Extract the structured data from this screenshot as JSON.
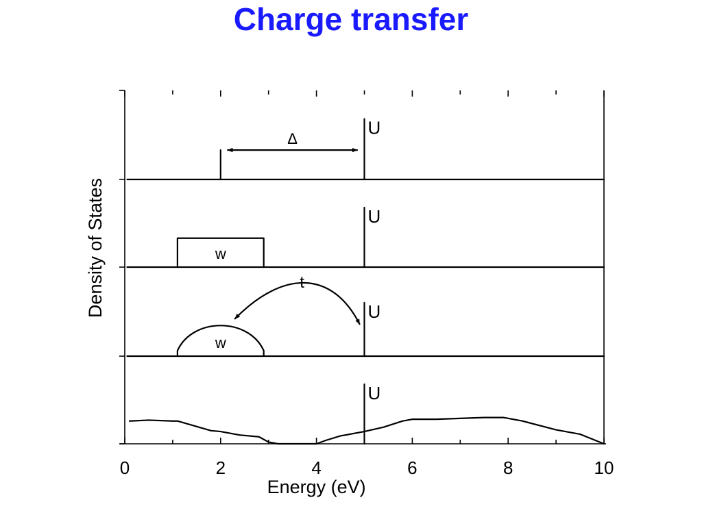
{
  "slide": {
    "title": "Charge transfer",
    "title_color": "#1a1aff"
  },
  "chart_data": {
    "type": "line",
    "title": "",
    "xlabel": "Energy (eV)",
    "ylabel": "Density of States",
    "xlim": [
      0,
      10
    ],
    "xticks": [
      0,
      2,
      4,
      6,
      8,
      10
    ],
    "xticklabels": [
      "0",
      "2",
      "4",
      "6",
      "8",
      "10"
    ],
    "grid": false,
    "panels": [
      {
        "labels": {
          "delta": "Δ",
          "U": "U"
        },
        "peaks": [
          {
            "x": 2.0,
            "h": 0.33
          },
          {
            "x": 5.0,
            "h": 0.68
          }
        ],
        "arrow": {
          "x_from": 2.15,
          "x_to": 4.85,
          "y": 0.33
        }
      },
      {
        "labels": {
          "w": "w",
          "U": "U"
        },
        "band": {
          "x_start": 1.1,
          "x_end": 2.9,
          "h": 0.33
        },
        "peaks": [
          {
            "x": 5.0,
            "h": 0.68
          }
        ]
      },
      {
        "labels": {
          "w": "w",
          "U": "U",
          "t": "t"
        },
        "band": {
          "x_start": 1.1,
          "x_end": 2.9,
          "h": 0.33
        },
        "peaks": [
          {
            "x": 5.0,
            "h": 0.6
          }
        ],
        "hopping_arrow": {
          "x_from": 4.9,
          "x_to": 2.3,
          "peak_y": 0.66
        }
      },
      {
        "labels": {
          "U": "U"
        },
        "peaks": [
          {
            "x": 5.0,
            "h": 0.68
          }
        ],
        "curve": {
          "x": [
            0.1,
            0.5,
            1.0,
            1.1,
            1.8,
            2.0,
            2.4,
            2.8,
            3.0,
            3.2,
            3.6,
            4.0,
            4.2,
            4.5,
            5.0,
            5.4,
            5.8,
            6.0,
            6.5,
            7.0,
            7.5,
            7.9,
            8.3,
            9.0,
            9.5,
            10.0
          ],
          "y": [
            0.26,
            0.27,
            0.26,
            0.26,
            0.15,
            0.14,
            0.1,
            0.08,
            0.02,
            0.0,
            0.0,
            0.0,
            0.04,
            0.09,
            0.14,
            0.19,
            0.26,
            0.28,
            0.28,
            0.29,
            0.3,
            0.3,
            0.26,
            0.16,
            0.11,
            0.0
          ]
        }
      }
    ]
  }
}
